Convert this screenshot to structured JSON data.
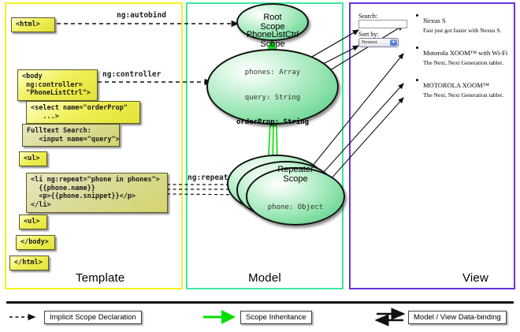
{
  "panels": {
    "template": {
      "title": "Template",
      "border_color": "#f2f21a"
    },
    "model": {
      "title": "Model",
      "border_color": "#3ce8a0"
    },
    "view": {
      "title": "View",
      "border_color": "#6633dd"
    }
  },
  "template_boxes": [
    {
      "id": "html-open",
      "text": "<html>"
    },
    {
      "id": "body-open",
      "text": "<body\n ng:controller=\n \"PhoneListCtrl\">"
    },
    {
      "id": "select-tag",
      "text": "<select name=\"orderProp\"\n   ...>"
    },
    {
      "id": "fulltext",
      "text": "Fulltext Search:\n   <input name=\"query\">"
    },
    {
      "id": "ul-open",
      "text": "<ul>"
    },
    {
      "id": "li-repeat",
      "text": "<li ng:repeat=\"phone in phones\">\n  {{phone.name}}\n  <p>{{phone.snippet}}</p>\n</li>"
    },
    {
      "id": "ul-close",
      "text": "<ul>"
    },
    {
      "id": "body-close",
      "text": "</body>"
    },
    {
      "id": "html-close",
      "text": "</html>"
    }
  ],
  "edge_labels": {
    "autobind": "ng:autobind",
    "controller": "ng:controller",
    "repeat": "ng:repeat"
  },
  "scopes": [
    {
      "id": "root-scope",
      "title_line1": "Root",
      "title_line2": "Scope",
      "props": []
    },
    {
      "id": "phonelistctrl-scope",
      "title_line1": "PhoneListCtrl",
      "title_line2": "Scope",
      "props": [
        {
          "text": "phones: Array",
          "bold": false
        },
        {
          "text": "query: String",
          "bold": false
        },
        {
          "text": "orderProp: String",
          "bold": true
        }
      ]
    },
    {
      "id": "repeater-scope",
      "title_line1": "Repeater",
      "title_line2": "Scope",
      "props": [
        {
          "text": "phone: Object",
          "bold": false
        }
      ]
    }
  ],
  "view": {
    "search_label": "Search:",
    "search_value": "",
    "sort_label": "Sort by:",
    "sort_selected": "Newest",
    "items": [
      {
        "title": "Nexus S",
        "snippet": "Fast just got faster with Nexus S."
      },
      {
        "title": "Motorola XOOM™ with Wi-Fi",
        "snippet": "The Next, Next Generation tablet."
      },
      {
        "title": "MOTOROLA XOOM™",
        "snippet": "The Next, Next Generation tablet."
      }
    ]
  },
  "legend": [
    {
      "id": "implicit-scope-declaration",
      "label": "Implicit Scope Declaration",
      "line_style": "dashed",
      "color": "#111111"
    },
    {
      "id": "scope-inheritance",
      "label": "Scope Inheritance",
      "line_style": "solid",
      "color": "#00e000"
    },
    {
      "id": "model-view-data-binding",
      "label": "Model / View Data-binding",
      "line_style": "double",
      "color": "#111111"
    }
  ],
  "colors": {
    "scope_fill": "#8fe3ad",
    "codebox_fill": "#e2e234",
    "inheritance_green": "#00e000"
  }
}
